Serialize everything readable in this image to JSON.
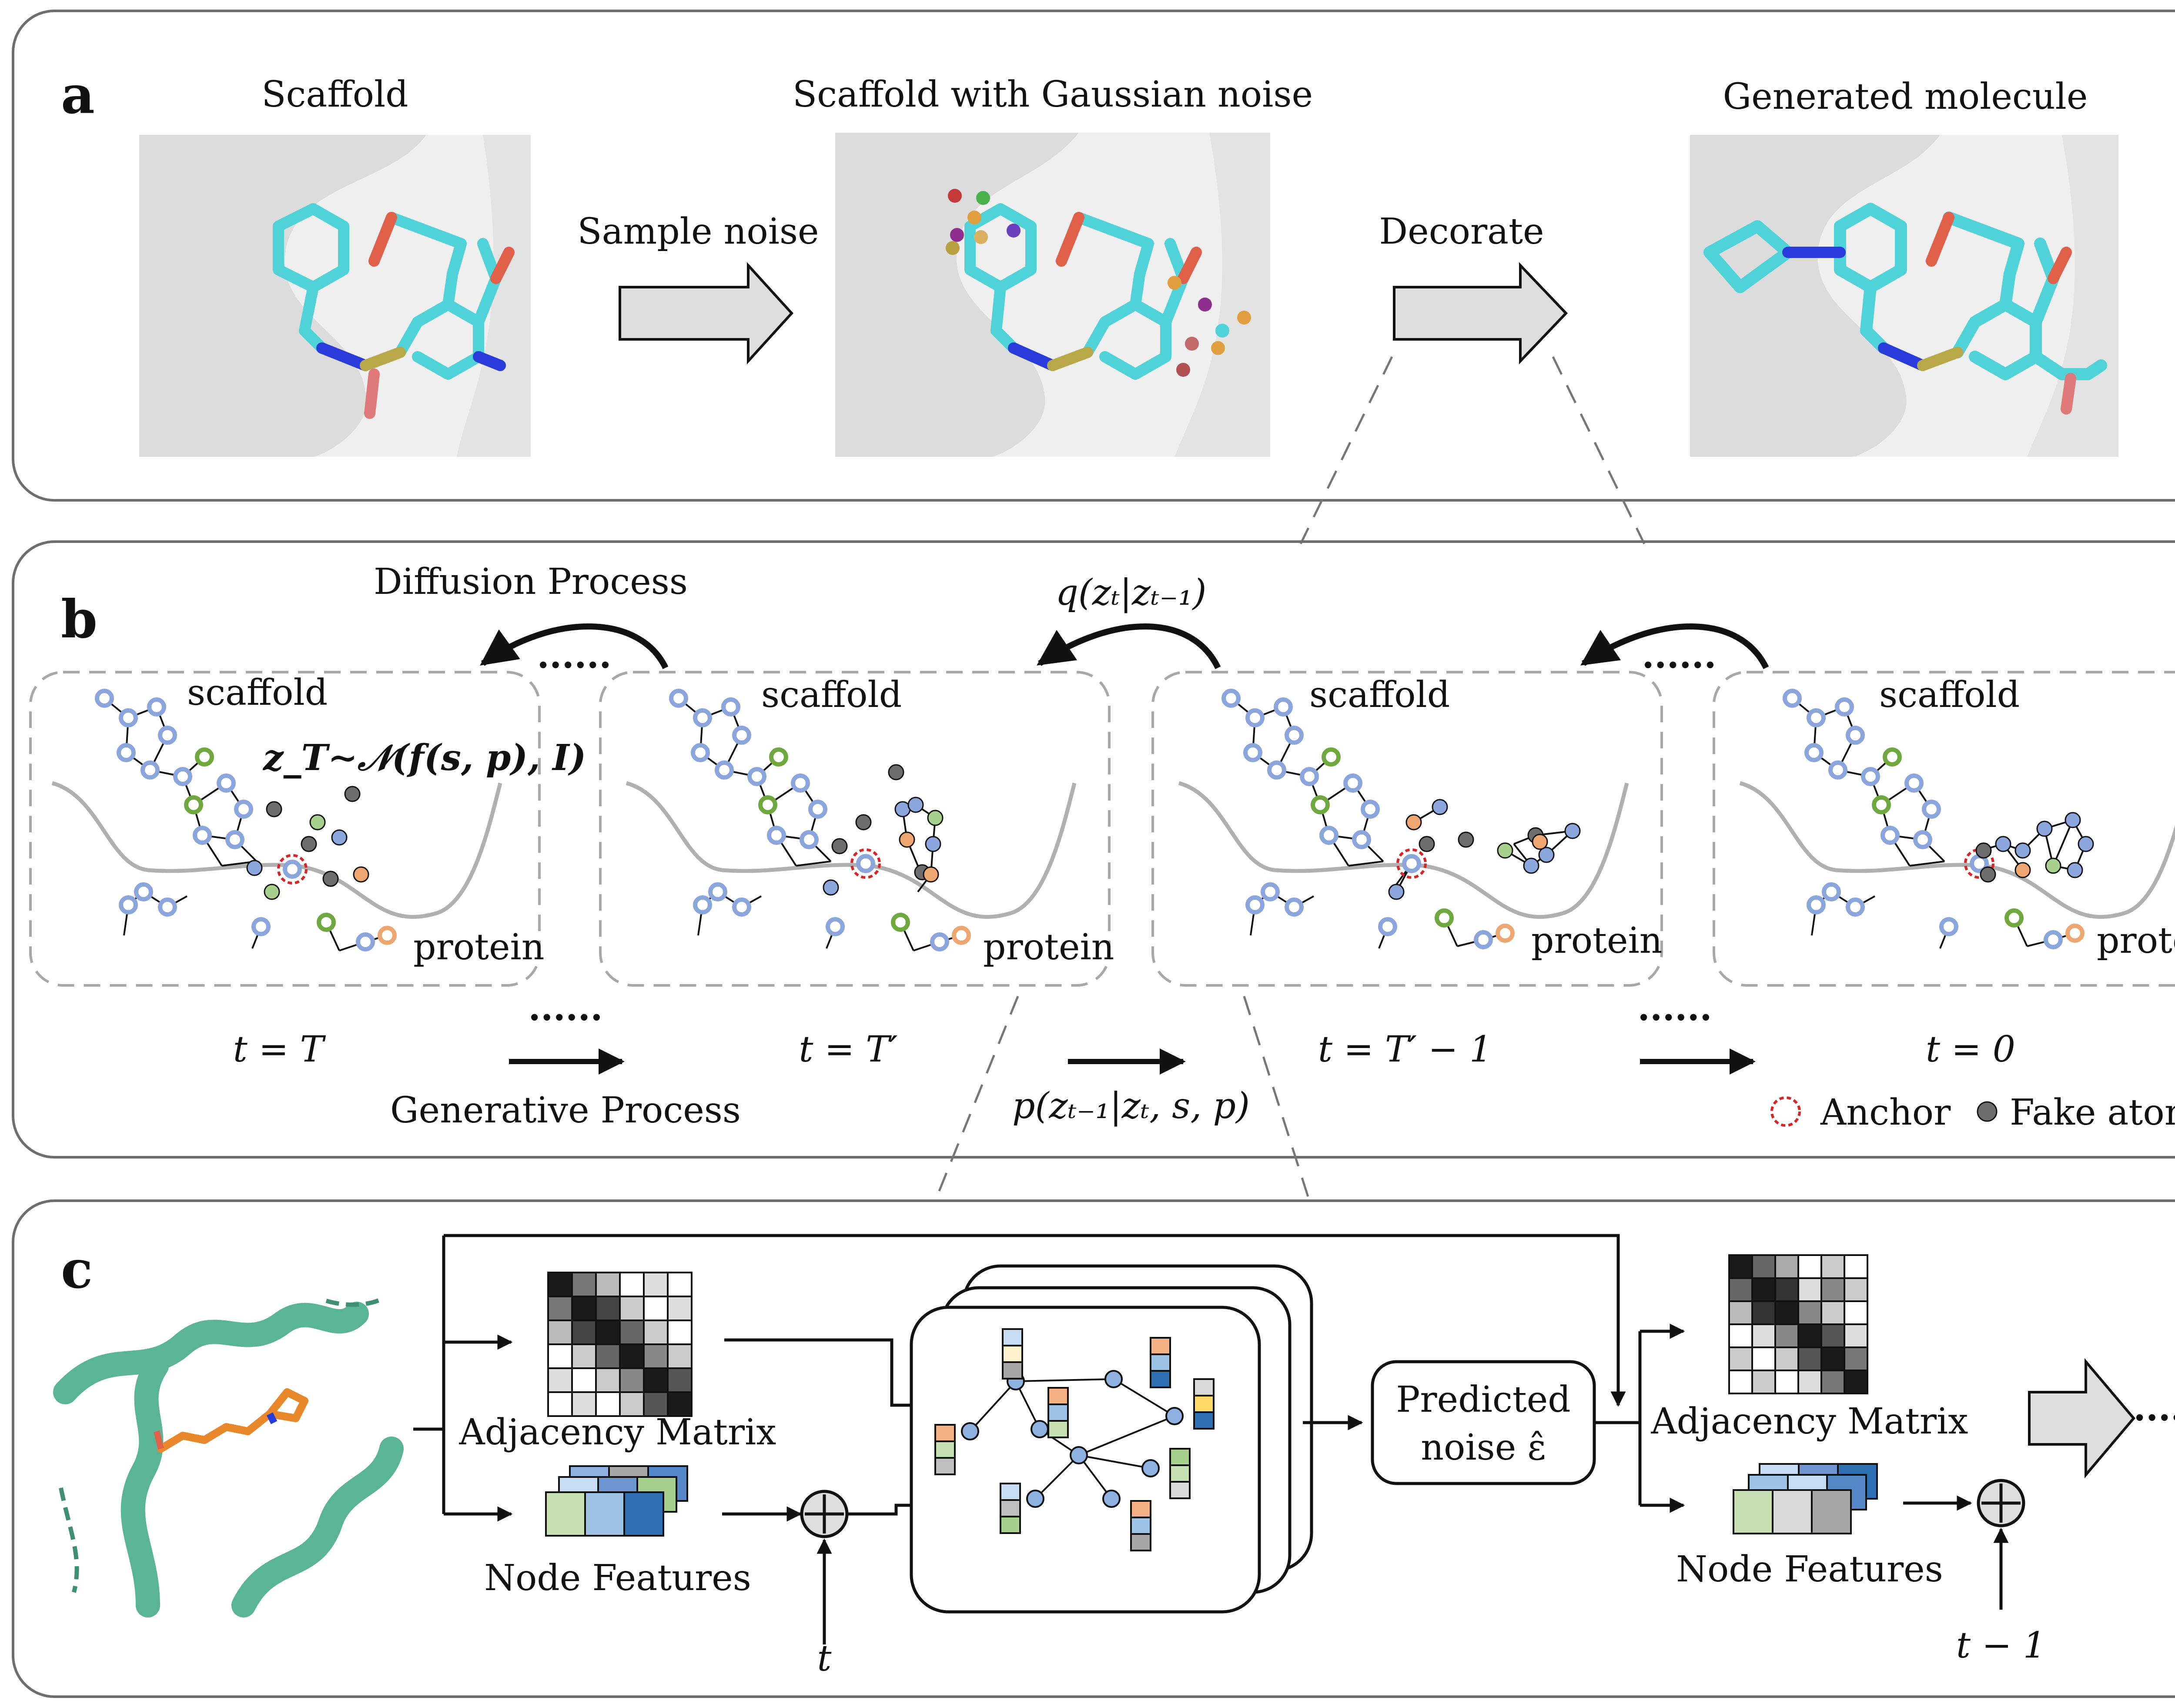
{
  "panel_a": {
    "letter": "a",
    "titles": [
      "Scaffold",
      "Scaffold with Gaussian noise",
      "Generated molecule"
    ],
    "arrow_labels": [
      "Sample noise",
      "Decorate"
    ]
  },
  "panel_b": {
    "letter": "b",
    "diffusion_label": "Diffusion Process",
    "generative_label": "Generative Process",
    "q_formula": "q(zₜ|zₜ₋₁)",
    "p_formula": "p(zₜ₋₁|zₜ, s, p)",
    "prior_formula": "z_T∼𝒩(f(s, p), I)",
    "ellipsis": "......",
    "scaffold_label": "scaffold",
    "protein_label": "protein",
    "time_labels": [
      "t = T",
      "t = T′",
      "t = T′ − 1",
      "t = 0"
    ],
    "legend": {
      "anchor": "Anchor",
      "fake_atom": "Fake atom"
    }
  },
  "panel_c": {
    "letter": "c",
    "adjacency_label": "Adjacency Matrix",
    "node_features_label": "Node Features",
    "predicted_noise_line1": "Predicted",
    "predicted_noise_line2": "noise ε̂",
    "t_input": "t",
    "t_minus_one": "t − 1",
    "ellipsis": "......"
  },
  "colors": {
    "border": "#6e6e6e",
    "dashed": "#a8a8a8",
    "atom_blue": "#8aa6dd",
    "atom_green": "#6ea83e",
    "atom_orange": "#f0a671",
    "anchor_red": "#d62728",
    "fake_atom": "#6d6d6d",
    "stick_cyan": "#4fd3d8",
    "protein_green": "#5ab596",
    "ligand_orange": "#e8882a",
    "surface": "#e6e6e6"
  }
}
